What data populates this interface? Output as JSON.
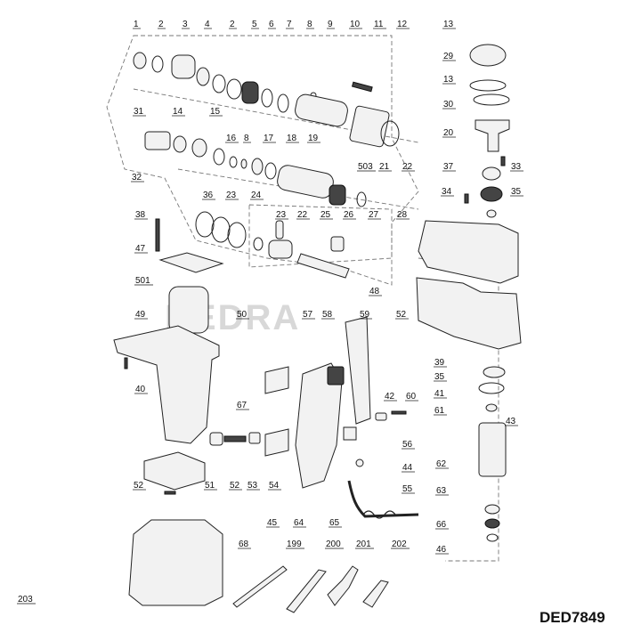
{
  "model_code": "DED7849",
  "watermark": "DEDRA",
  "callouts": [
    "1",
    "2",
    "3",
    "4",
    "2",
    "5",
    "6",
    "7",
    "8",
    "9",
    "10",
    "11",
    "12",
    "13",
    "29",
    "13",
    "30",
    "31",
    "14",
    "15",
    "16",
    "8",
    "17",
    "18",
    "19",
    "20",
    "33",
    "32",
    "503",
    "21",
    "22",
    "37",
    "34",
    "35",
    "36",
    "23",
    "24",
    "23",
    "22",
    "25",
    "26",
    "27",
    "28",
    "38",
    "47",
    "48",
    "501",
    "49",
    "50",
    "57",
    "58",
    "59",
    "52",
    "39",
    "40",
    "35",
    "41",
    "42",
    "60",
    "61",
    "43",
    "67",
    "56",
    "62",
    "44",
    "52",
    "51",
    "52",
    "53",
    "54",
    "55",
    "63",
    "45",
    "64",
    "65",
    "66",
    "46",
    "68",
    "199",
    "200",
    "201",
    "202",
    "203"
  ]
}
